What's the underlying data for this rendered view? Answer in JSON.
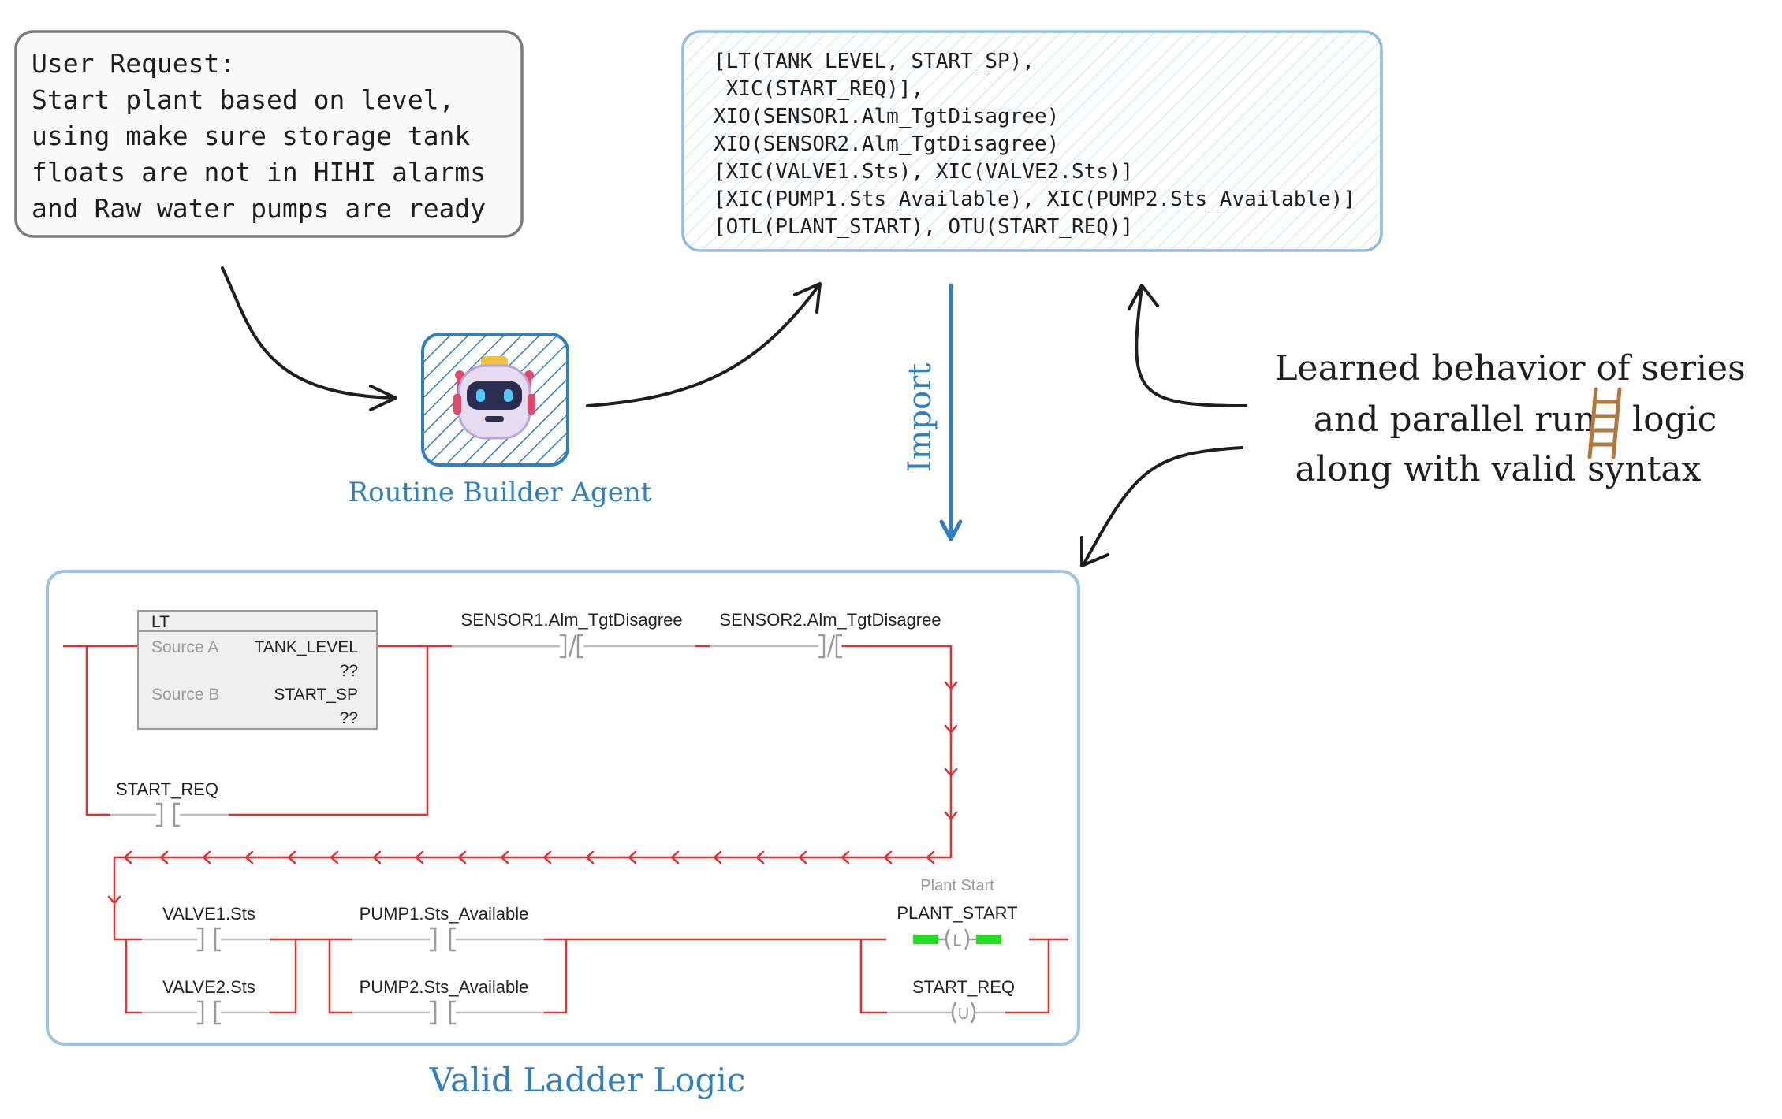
{
  "user_request": {
    "lines": [
      "User Request:",
      "Start plant based on level,",
      "using make sure storage tank",
      "floats are not in HIHI alarms",
      "and Raw water pumps are ready"
    ]
  },
  "code_block": {
    "lines": [
      "[LT(TANK_LEVEL, START_SP),",
      " XIC(START_REQ)],",
      "XIO(SENSOR1.Alm_TgtDisagree)",
      "XIO(SENSOR2.Alm_TgtDisagree)",
      "[XIC(VALVE1.Sts), XIC(VALVE2.Sts)]",
      "[XIC(PUMP1.Sts_Available), XIC(PUMP2.Sts_Available)]",
      "[OTL(PLANT_START), OTU(START_REQ)]"
    ]
  },
  "agent": {
    "label": "Routine Builder Agent",
    "icon": "robot-icon"
  },
  "import_label": "Import",
  "learned": {
    "lines": [
      "Learned behavior of series",
      "and parallel run",
      "logic",
      "along with valid syntax"
    ],
    "icon": "ladder-icon"
  },
  "ladder": {
    "lt_block": {
      "title": "LT",
      "source_a_label": "Source A",
      "source_a_tag": "TANK_LEVEL",
      "source_a_value": "??",
      "source_b_label": "Source B",
      "source_b_tag": "START_SP",
      "source_b_value": "??"
    },
    "start_req_contact": "START_REQ",
    "sensor1": "SENSOR1.Alm_TgtDisagree",
    "sensor2": "SENSOR2.Alm_TgtDisagree",
    "valve1": "VALVE1.Sts",
    "valve2": "VALVE2.Sts",
    "pump1": "PUMP1.Sts_Available",
    "pump2": "PUMP2.Sts_Available",
    "plant_start_desc": "Plant Start",
    "plant_start_tag": "PLANT_START",
    "latch_letter": "L",
    "start_req_coil": "START_REQ",
    "unlatch_letter": "U"
  },
  "ladder_caption": "Valid Ladder Logic",
  "colors": {
    "accent_blue": "#2f7fc1",
    "rung_red": "#e03131",
    "energized_green": "#22dd22",
    "box_gray": "#777777"
  }
}
